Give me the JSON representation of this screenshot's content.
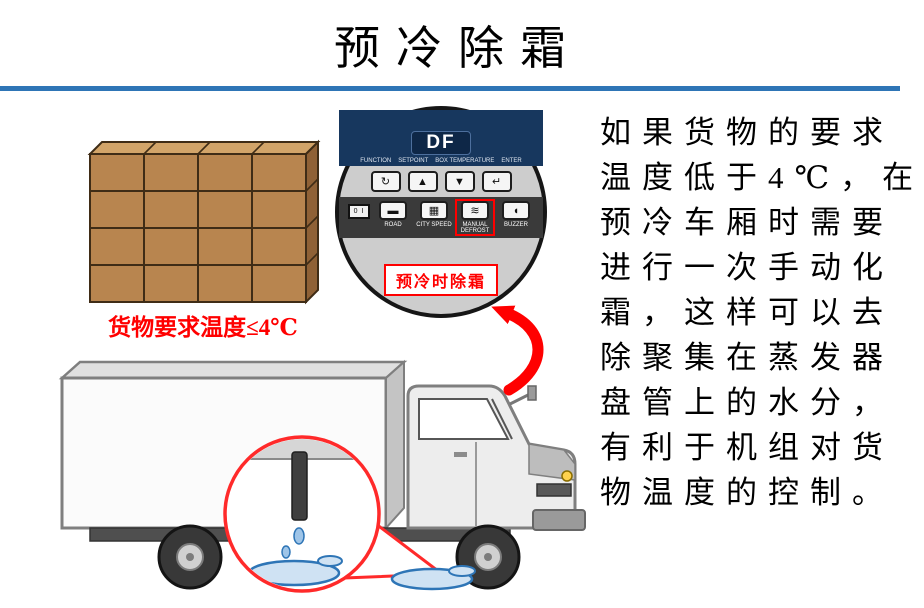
{
  "title": "预冷除霜",
  "cargo_caption": "货物要求温度≤4℃",
  "panel": {
    "display": "DF",
    "top_labels": {
      "function": "FUNCTION",
      "setpoint": "SETPOINT",
      "box_temperature": "BOX TEMPERATURE",
      "enter": "ENTER"
    },
    "top_icons": {
      "cycle": "↻",
      "up": "▲",
      "down": "▼",
      "enter": "↵"
    },
    "power_switch": "0 I",
    "bottom_buttons": {
      "road": {
        "label": "ROAD",
        "icon": "▬"
      },
      "city_speed": {
        "label": "CITY SPEED",
        "icon": "▦"
      },
      "manual_defrost": {
        "label": "MANUAL DEFROST",
        "icon": "≋"
      },
      "buzzer": {
        "label": "BUZZER",
        "icon": "◖"
      }
    },
    "callout": "预冷时除霜"
  },
  "paragraph": {
    "full_text": "如果货物的要求温度低于4℃，在预冷车厢时需要进行一次手动化霜，这样可以去除聚集在蒸发器盘管上的水分，有利于机组对货物温度的控制。",
    "lines": [
      "如果货物的要求",
      "温度低于4℃，在",
      "预冷车厢时需要",
      "进行一次手动化",
      "霜，这样可以去",
      "除聚集在蒸发器",
      "盘管上的水分，",
      "有利于机组对货",
      "物温度的控制。"
    ]
  },
  "colors": {
    "accent_blue": "#2e75b6",
    "highlight_red": "#ff0000",
    "display_navy": "#17375e",
    "box_brown": "#b8854f",
    "water_blue": "#cfe2f3"
  }
}
